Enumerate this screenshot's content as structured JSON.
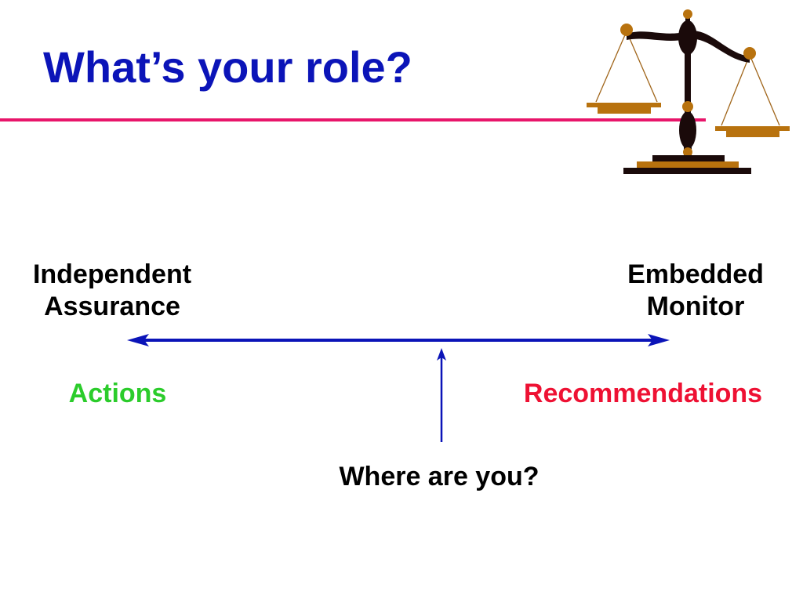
{
  "slide": {
    "title": "What’s your role?",
    "spectrum": {
      "left_end": [
        "Independent",
        "Assurance"
      ],
      "right_end": [
        "Embedded",
        "Monitor"
      ],
      "left_output": "Actions",
      "right_output": "Recommendations",
      "prompt": "Where are you?"
    },
    "icon": "scales-of-justice-icon",
    "colors": {
      "title": "#0b14b8",
      "rule": "#e8156a",
      "arrow": "#0b14b8",
      "actions": "#2bcc2b",
      "recommendations": "#ee1133"
    }
  }
}
